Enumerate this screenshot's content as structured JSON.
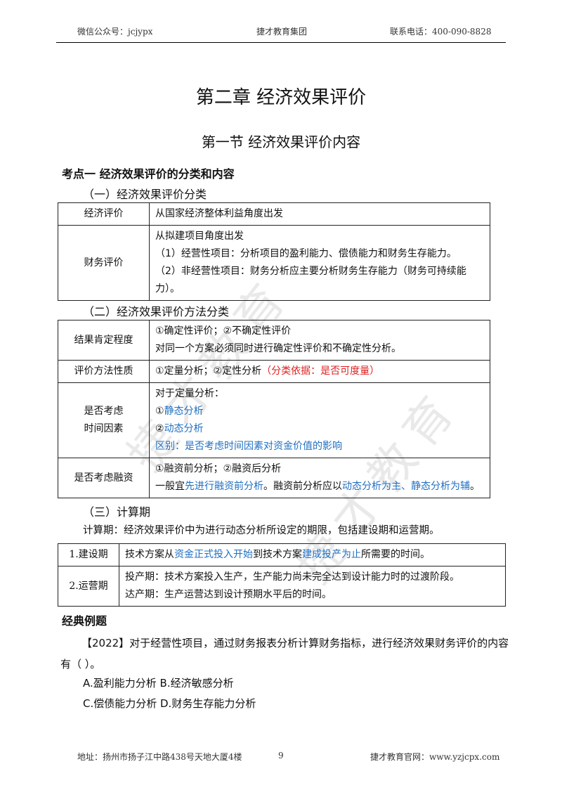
{
  "header": {
    "wechat": "微信公众号：jcjypx",
    "company": "捷才教育集团",
    "phone": "联系电话：400-090-8828"
  },
  "title": "第二章 经济效果评价",
  "subtitle": "第一节 经济效果评价内容",
  "kaodian": "考点一 经济效果评价的分类和内容",
  "section1": {
    "heading": "（一）经济效果评价分类",
    "rows": [
      {
        "label": "经济评价",
        "lines": [
          "从国家经济整体利益角度出发"
        ]
      },
      {
        "label": "财务评价",
        "lines": [
          "从拟建项目角度出发",
          "（1）经营性项目：分析项目的盈利能力、偿债能力和财务生存能力。",
          "（2）非经营性项目：财务分析应主要分析财务生存能力（财务可持续能力）。"
        ]
      }
    ]
  },
  "section2": {
    "heading": "（二）经济效果评价方法分类",
    "r1": {
      "label": "结果肯定程度",
      "l1": "①确定性评价；②不确定性评价",
      "l2": "对同一个方案必须同时进行确定性评价和不确定性分析。"
    },
    "r2": {
      "label": "评价方法性质",
      "l1": "①定量分析；②定性分析",
      "red": "（分类依据：是否可度量）"
    },
    "r3": {
      "label_a": "是否考虑",
      "label_b": "时间因素",
      "l1": "对于定量分析：",
      "l2a": "①",
      "l2b": "静态分析",
      "l3a": "②",
      "l3b": "动态分析",
      "l4": "区别：是否考虑时间因素对资金价值的影响"
    },
    "r4": {
      "label": "是否考虑融资",
      "l1": "①融资前分析；②融资后分析",
      "s1": "一般宜",
      "s2": "先进行融资前分析",
      "s3": "。融资前分析应以",
      "s4": "动态分析为主、静态分析为辅",
      "s5": "。"
    }
  },
  "section3": {
    "heading": "（三）计算期",
    "intro": "计算期：经济效果评价中为进行动态分析所设定的期限，包括建设期和运营期。",
    "r1": {
      "label": "1.建设期",
      "s1": "技术方案从",
      "s2": "资金正式投入开始",
      "s3": "到技术方案",
      "s4": "建成投产为止",
      "s5": "所需要的时间。"
    },
    "r2": {
      "label": "2.运营期",
      "l1": "投产期：技术方案投入生产，生产能力尚未完全达到设计能力时的过渡阶段。",
      "l2": "达产期：生产运营达到设计预期水平后的时间。"
    }
  },
  "example": {
    "heading": "经典例题",
    "question": "【2022】对于经营性项目，通过财务报表分析计算财务指标，进行经济效果财务评价的内容有（ ）。",
    "optAB": "A.盈利能力分析 B.经济敏感分析",
    "optCD": "C.偿债能力分析 D.财务生存能力分析"
  },
  "footer": {
    "address": "地址：扬州市扬子江中路438号天地大厦4楼",
    "page": "9",
    "website": "捷才教育官网：www.yzjcpx.com"
  },
  "watermark": {
    "text": "捷才教育"
  }
}
